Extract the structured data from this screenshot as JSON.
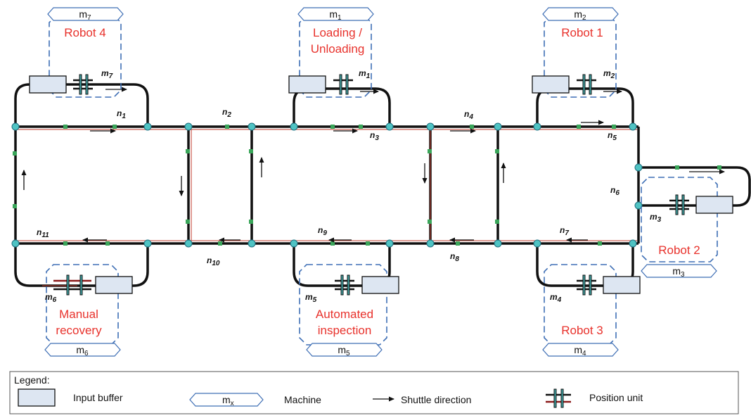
{
  "machines": [
    {
      "id": "m7",
      "sub": "7",
      "name_lines": [
        "Robot 4"
      ]
    },
    {
      "id": "m1",
      "sub": "1",
      "name_lines": [
        "Loading /",
        "Unloading"
      ]
    },
    {
      "id": "m2",
      "sub": "2",
      "name_lines": [
        "Robot 1"
      ]
    },
    {
      "id": "m3",
      "sub": "3",
      "name_lines": [
        "Robot 2"
      ]
    },
    {
      "id": "m4",
      "sub": "4",
      "name_lines": [
        "Robot 3"
      ]
    },
    {
      "id": "m5",
      "sub": "5",
      "name_lines": [
        "Automated",
        "inspection"
      ]
    },
    {
      "id": "m6",
      "sub": "6",
      "name_lines": [
        "Manual",
        "recovery"
      ]
    }
  ],
  "machine_prefix": "m",
  "node_prefix": "n",
  "nodes": [
    "1",
    "2",
    "3",
    "4",
    "5",
    "6",
    "7",
    "8",
    "9",
    "10",
    "11"
  ],
  "legend": {
    "title": "Legend:",
    "input_buffer": "Input buffer",
    "machine_symbol_main": "m",
    "machine_symbol_sub": "x",
    "machine": "Machine",
    "shuttle_direction": "Shuttle direction",
    "position_unit": "Position unit"
  },
  "colors": {
    "track": "#111111",
    "track_accent": "#c0392b",
    "dashed_box": "#3f6fb5",
    "label_red": "#e8322c",
    "buffer_fill": "#dde6f2",
    "joint": "#4fc3c3"
  }
}
